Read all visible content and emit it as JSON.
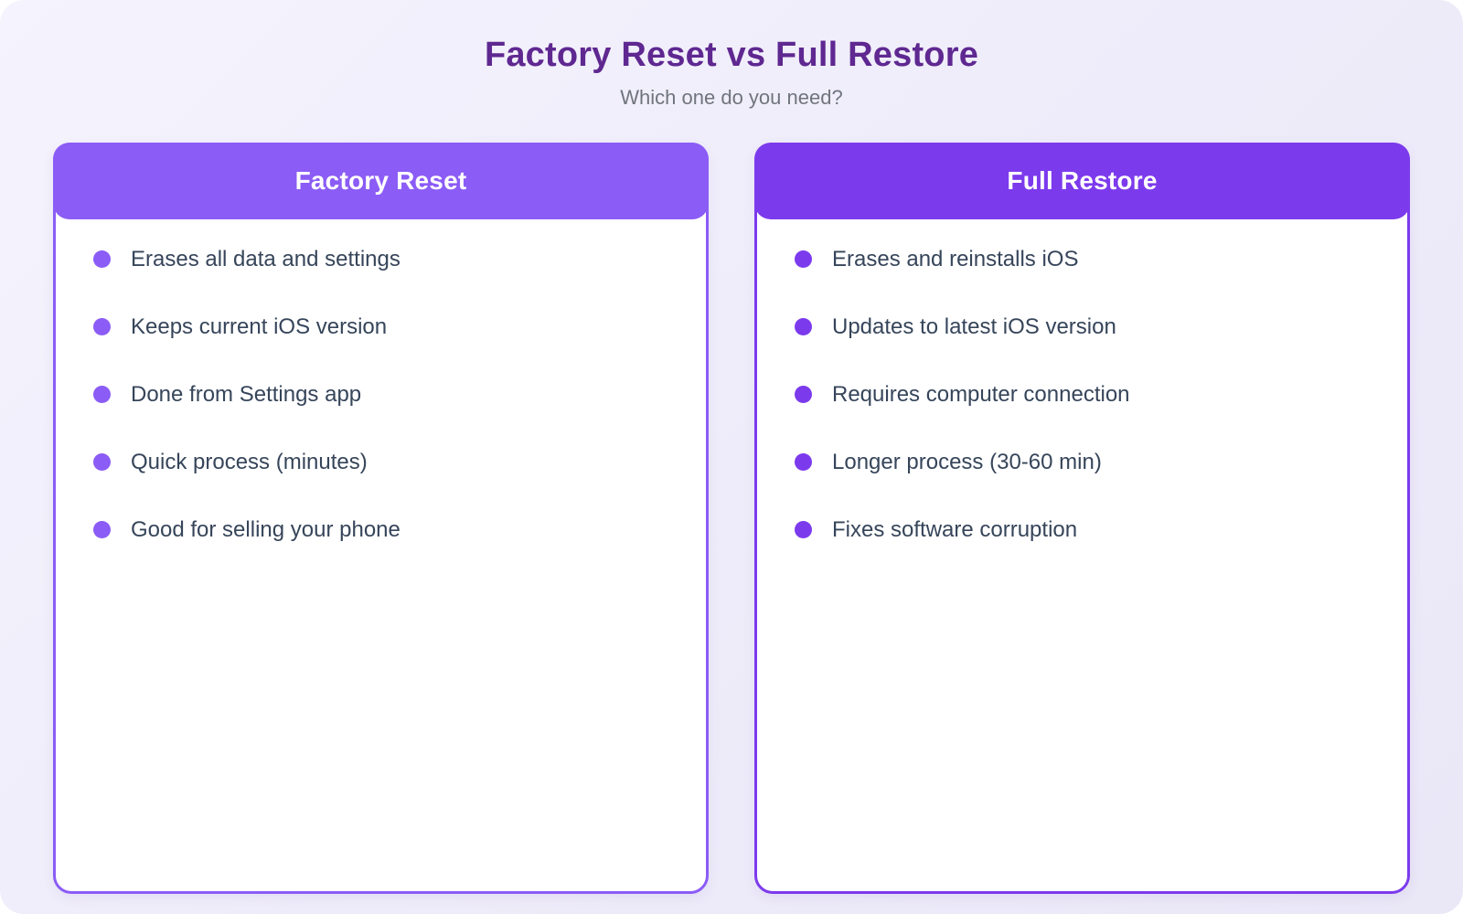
{
  "page": {
    "title": "Factory Reset vs Full Restore",
    "subtitle": "Which one do you need?"
  },
  "colors": {
    "background_start": "#F5F3FD",
    "background_end": "#EAE7F7",
    "title": "#5F2891",
    "subtitle": "#70757D",
    "text": "#36455A",
    "card_bg": "#FFFFFF",
    "left_accent": "#8B5CF6",
    "right_accent": "#7C3AED"
  },
  "cards": [
    {
      "title": "Factory Reset",
      "items": [
        "Erases all data and settings",
        "Keeps current iOS version",
        "Done from Settings app",
        "Quick process (minutes)",
        "Good for selling your phone"
      ]
    },
    {
      "title": "Full Restore",
      "items": [
        "Erases and reinstalls iOS",
        "Updates to latest iOS version",
        "Requires computer connection",
        "Longer process (30-60 min)",
        "Fixes software corruption"
      ]
    }
  ]
}
